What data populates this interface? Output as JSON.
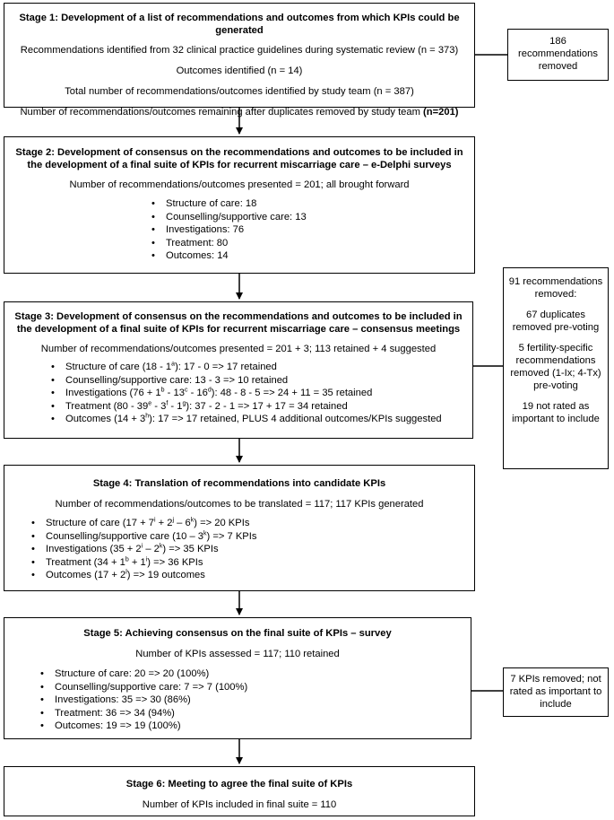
{
  "stage1": {
    "title": "Stage 1: Development of a list of recommendations and outcomes from which KPIs could be generated",
    "lines": [
      "Recommendations identified from 32 clinical practice guidelines during systematic review (n = 373)",
      "Outcomes identified (n = 14)",
      "Total number of recommendations/outcomes identified by study team (n = 387)"
    ],
    "last_line": "Number of recommendations/outcomes remaining after duplicates removed by study team",
    "last_bold": "(n=201)"
  },
  "side1": {
    "count": "186",
    "text": "recommendations removed"
  },
  "stage2": {
    "title": "Stage 2: Development of consensus on the recommendations and outcomes to be included in the development of a final suite of KPIs for recurrent miscarriage care – e-Delphi surveys",
    "summary": "Number of recommendations/outcomes presented = 201; all brought forward",
    "items": [
      "Structure of care: 18",
      "Counselling/supportive care: 13",
      "Investigations: 76",
      "Treatment: 80",
      "Outcomes: 14"
    ]
  },
  "stage3": {
    "title": "Stage 3: Development of consensus on the recommendations and outcomes to be included in the development of a final suite of KPIs for recurrent miscarriage care – consensus meetings",
    "summary": "Number of recommendations/outcomes presented = 201 + 3; 113 retained + 4 suggested",
    "items": [
      [
        "Structure of care (18 - 1",
        "a",
        "): 17 - 0 => 17 retained"
      ],
      [
        "Counselling/supportive care: 13 - 3 => 10 retained"
      ],
      [
        "Investigations (76 + 1",
        "b",
        " - 13",
        "c",
        " - 16",
        "d",
        "): 48 - 8 - 5 => 24 + 11 = 35 retained"
      ],
      [
        "Treatment (80 - 39",
        "e",
        " - 3",
        "f",
        " - 1",
        "g",
        "): 37 - 2 - 1 => 17 + 17 = 34 retained"
      ],
      [
        "Outcomes (14 + 3",
        "h",
        "): 17 => 17 retained, PLUS 4 additional outcomes/KPIs suggested"
      ]
    ]
  },
  "side3": {
    "lines": [
      "91 recommendations removed:",
      "67 duplicates removed pre-voting",
      "5 fertility-specific recommendations removed (1-Ix; 4-Tx) pre-voting",
      "19 not rated as important to include"
    ]
  },
  "stage4": {
    "title": "Stage 4: Translation of recommendations into candidate KPIs",
    "summary": "Number of recommendations/outcomes to be translated = 117; 117 KPIs generated",
    "items": [
      [
        "Structure of care (17 + 7",
        "i",
        " + 2",
        "j",
        " – 6",
        "k",
        ") => 20 KPIs"
      ],
      [
        "Counselling/supportive care (10 – 3",
        "k",
        ") => 7 KPIs"
      ],
      [
        "Investigations (35 + 2",
        "i",
        " – 2",
        "k",
        ") => 35 KPIs"
      ],
      [
        "Treatment (34 + 1",
        "b",
        " + 1",
        "i",
        ") => 36 KPIs"
      ],
      [
        "Outcomes (17 + 2",
        "l",
        ") => 19 outcomes"
      ]
    ]
  },
  "stage5": {
    "title": "Stage 5: Achieving consensus on the final suite of KPIs – survey",
    "summary": "Number of KPIs assessed = 117; 110 retained",
    "items": [
      "Structure of care: 20 => 20 (100%)",
      "Counselling/supportive care: 7 => 7 (100%)",
      "Investigations: 35 => 30 (86%)",
      "Treatment: 36 => 34 (94%)",
      "Outcomes: 19 => 19 (100%)"
    ]
  },
  "side5": {
    "text": "7 KPIs removed; not rated as important to include"
  },
  "stage6": {
    "title": "Stage 6: Meeting to agree the final suite of KPIs",
    "summary": "Number of KPIs included in final suite = 110"
  }
}
